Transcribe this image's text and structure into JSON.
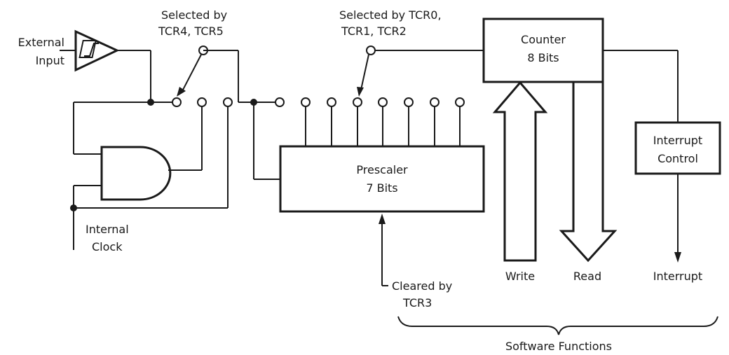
{
  "labels": {
    "external_input": [
      "External",
      "Input"
    ],
    "selected_tcr45": [
      "Selected by",
      "TCR4, TCR5"
    ],
    "selected_tcr012": [
      "Selected by TCR0,",
      "TCR1, TCR2"
    ],
    "counter": [
      "Counter",
      "8 Bits"
    ],
    "prescaler": [
      "Prescaler",
      "7 Bits"
    ],
    "interrupt_control": [
      "Interrupt",
      "Control"
    ],
    "internal_clock": [
      "Internal",
      "Clock"
    ],
    "cleared_by": [
      "Cleared by",
      "TCR3"
    ],
    "write": "Write",
    "read": "Read",
    "interrupt": "Interrupt",
    "software_functions": "Software Functions"
  }
}
